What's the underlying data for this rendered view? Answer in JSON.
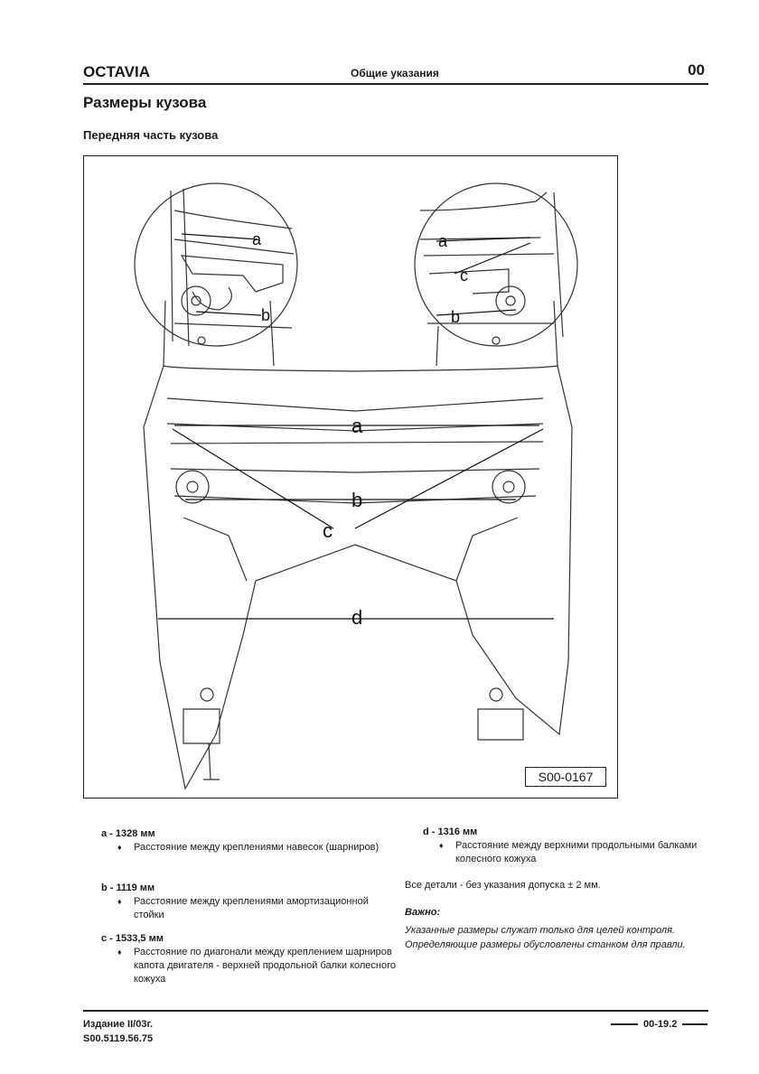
{
  "header": {
    "brand": "OCTAVIA",
    "section": "Общие указания",
    "page_code": "00"
  },
  "page": {
    "title": "Размеры кузова",
    "subtitle": "Передняя часть кузова"
  },
  "figure": {
    "code": "S00-0167",
    "labels": {
      "a": "a",
      "b": "b",
      "c": "c",
      "d": "d"
    }
  },
  "specs": [
    {
      "key": "a - 1328 мм",
      "bullet": "♦",
      "desc": "Расстояние между креплениями навесок (шарниров)"
    },
    {
      "key": "b - 1119 мм",
      "bullet": "♦",
      "desc": "Расстояние между креплениями амортизационной стойки"
    },
    {
      "key": "c - 1533,5 мм",
      "bullet": "♦",
      "desc": "Расстояние по диагонали между креплением шарниров капота двигателя - верхней продольной балки колесного кожуха"
    },
    {
      "key": "d - 1316 мм",
      "bullet": "♦",
      "desc": "Расстояние между верхними продольными балками колесного кожуха"
    }
  ],
  "notes": {
    "tolerance": "Все детали - без указания допуска ± 2 мм.",
    "important_label": "Важно:",
    "important_text": "Указанные размеры служат только для целей контроля. Определяющие размеры обусловлены станком для правли."
  },
  "footer": {
    "edition": "Издание II/03г.",
    "doc_code": "S00.5119.56.75",
    "page_number": "00-19.2"
  }
}
